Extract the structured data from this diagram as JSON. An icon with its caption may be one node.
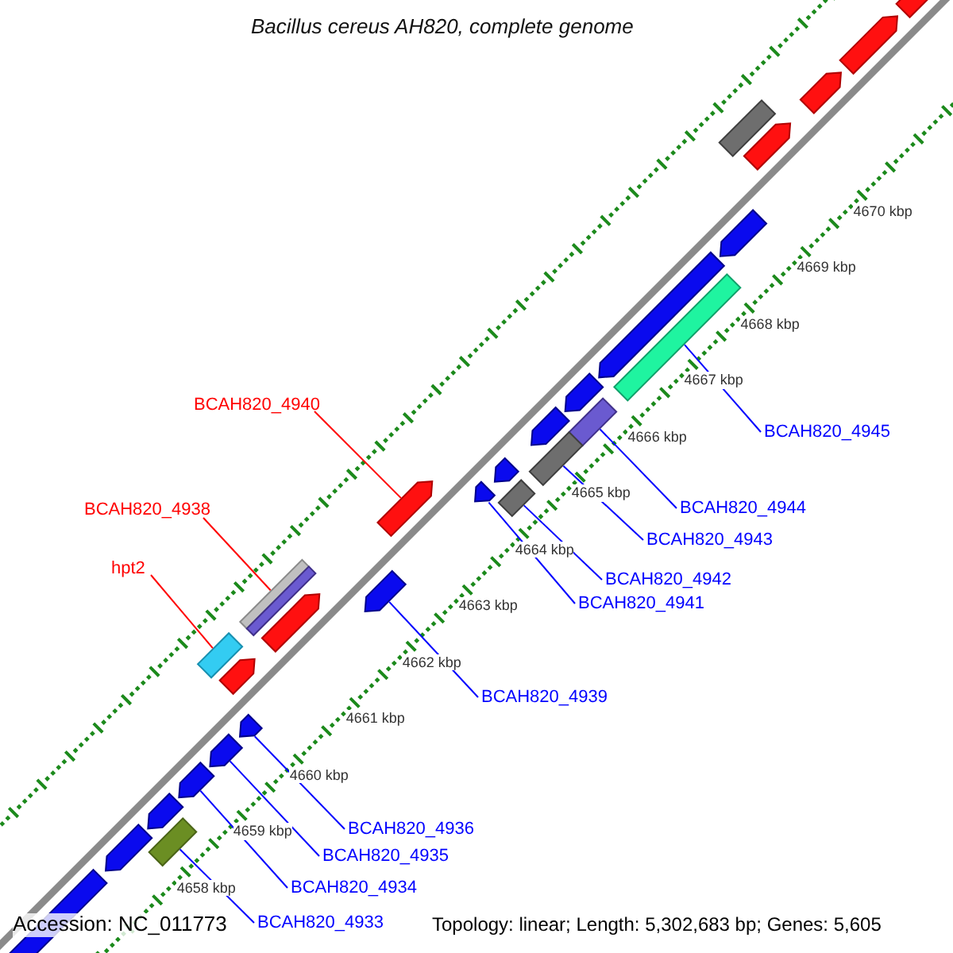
{
  "diagram": {
    "title": "Bacillus cereus AH820, complete genome",
    "nodes": [
      {
        "text": [
          "BCAH820_4940"
        ]
      },
      {
        "text": [],
        "shape": "arrow"
      },
      {
        "text": [
          "BCAH820_4938"
        ]
      },
      {
        "text": [],
        "shape": "box"
      },
      {
        "text": [
          "hpt2"
        ]
      },
      {
        "text": [],
        "shape": "box"
      },
      {
        "text": [
          "BCAH820_4945"
        ]
      },
      {
        "text": [],
        "shape": "box"
      },
      {
        "text": [
          "BCAH820_4944"
        ]
      },
      {
        "text": [],
        "shape": "box"
      },
      {
        "text": [
          "BCAH820_4943"
        ]
      },
      {
        "text": [],
        "shape": "box"
      },
      {
        "text": [
          "BCAH820_4942"
        ]
      },
      {
        "text": [],
        "shape": "box"
      },
      {
        "text": [
          "BCAH820_4941"
        ]
      },
      {
        "text": [],
        "shape": "arrow"
      },
      {
        "text": [
          "BCAH820_4939"
        ]
      },
      {
        "text": [],
        "shape": "arrow"
      },
      {
        "text": [
          "BCAH820_4936"
        ]
      },
      {
        "text": [],
        "shape": "arrow"
      },
      {
        "text": [
          "BCAH820_4935"
        ]
      },
      {
        "text": [],
        "shape": "arrow"
      },
      {
        "text": [
          "BCAH820_4934"
        ]
      },
      {
        "text": [],
        "shape": "arrow"
      },
      {
        "text": [
          "BCAH820_4933"
        ]
      },
      {
        "text": [],
        "shape": "box"
      },
      {
        "text": [],
        "shape": "arrow"
      },
      {
        "text": [],
        "shape": "arrow"
      },
      {
        "text": [],
        "shape": "arrow"
      },
      {
        "text": [],
        "shape": "arrow"
      },
      {
        "text": [],
        "shape": "arrow"
      },
      {
        "text": [],
        "shape": "arrow"
      },
      {
        "text": [],
        "shape": "arrow"
      },
      {
        "text": [],
        "shape": "arrow"
      },
      {
        "text": [],
        "shape": "arrow"
      },
      {
        "text": [],
        "shape": "arrow"
      },
      {
        "text": [],
        "shape": "box"
      },
      {
        "text": [],
        "shape": "arrow"
      },
      {
        "text": [],
        "shape": "arrow"
      },
      {
        "text": [],
        "shape": "arrow"
      },
      {
        "text": [],
        "shape": "arrow"
      }
    ],
    "edges": [
      {
        "from": 0,
        "to": 1,
        "arrow": "none",
        "color": "#ff0000"
      },
      {
        "from": 2,
        "to": 3,
        "arrow": "none",
        "color": "#ff0000"
      },
      {
        "from": 4,
        "to": 5,
        "arrow": "none",
        "color": "#ff0000"
      },
      {
        "from": 6,
        "to": 7,
        "arrow": "none"
      },
      {
        "from": 8,
        "to": 9,
        "arrow": "none"
      },
      {
        "from": 10,
        "to": 11,
        "arrow": "none"
      },
      {
        "from": 12,
        "to": 13,
        "arrow": "none"
      },
      {
        "from": 14,
        "to": 15,
        "arrow": "none"
      },
      {
        "from": 16,
        "to": 17,
        "arrow": "none"
      },
      {
        "from": 18,
        "to": 19,
        "arrow": "none"
      },
      {
        "from": 20,
        "to": 21,
        "arrow": "none"
      },
      {
        "from": 22,
        "to": 23,
        "arrow": "none"
      },
      {
        "from": 24,
        "to": 25,
        "arrow": "none"
      }
    ],
    "labels": [
      "4670 kbp",
      "4669 kbp",
      "4668 kbp",
      "4667 kbp",
      "4666 kbp",
      "4665 kbp",
      "4664 kbp",
      "4663 kbp",
      "4662 kbp",
      "4661 kbp",
      "4660 kbp",
      "4659 kbp",
      "4658 kbp",
      "Accession: NC_011773",
      "Topology: linear; Length: 5,302,683 bp; Genes: 5,605"
    ]
  }
}
